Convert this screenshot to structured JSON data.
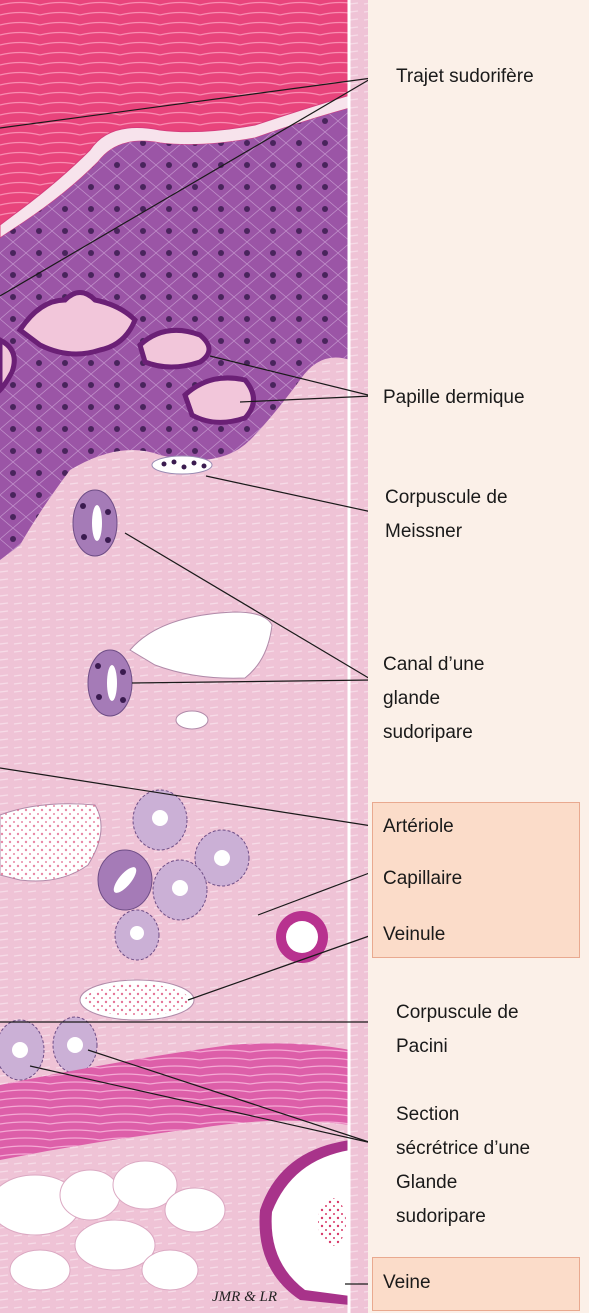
{
  "labels": {
    "trajet": "Trajet sudorifère",
    "papille": "Papille dermique",
    "meissner": "Corpuscule de\nMeissner",
    "canal": "Canal d’une\nglande\nsudoripare",
    "arteriole": "Artériole",
    "capillaire": "Capillaire",
    "veinule": "Veinule",
    "pacini": "Corpuscule de\nPacini",
    "secretrice": "Section\nsécrétrice d’une\nGlande\nsudoripare",
    "veine": "Veine"
  },
  "credit": "JMR & LR",
  "colors": {
    "stratum_corneum": "#e8447c",
    "epidermis": "#9b55a6",
    "papillary_dermis": "#f2c6da",
    "reticular_dermis": "#efc3d6",
    "muscle": "#dd5fa9",
    "nuclei": "#3a1b4f",
    "label_panel": "#fbf0e8",
    "highlight_box": "#fbdcc9"
  }
}
